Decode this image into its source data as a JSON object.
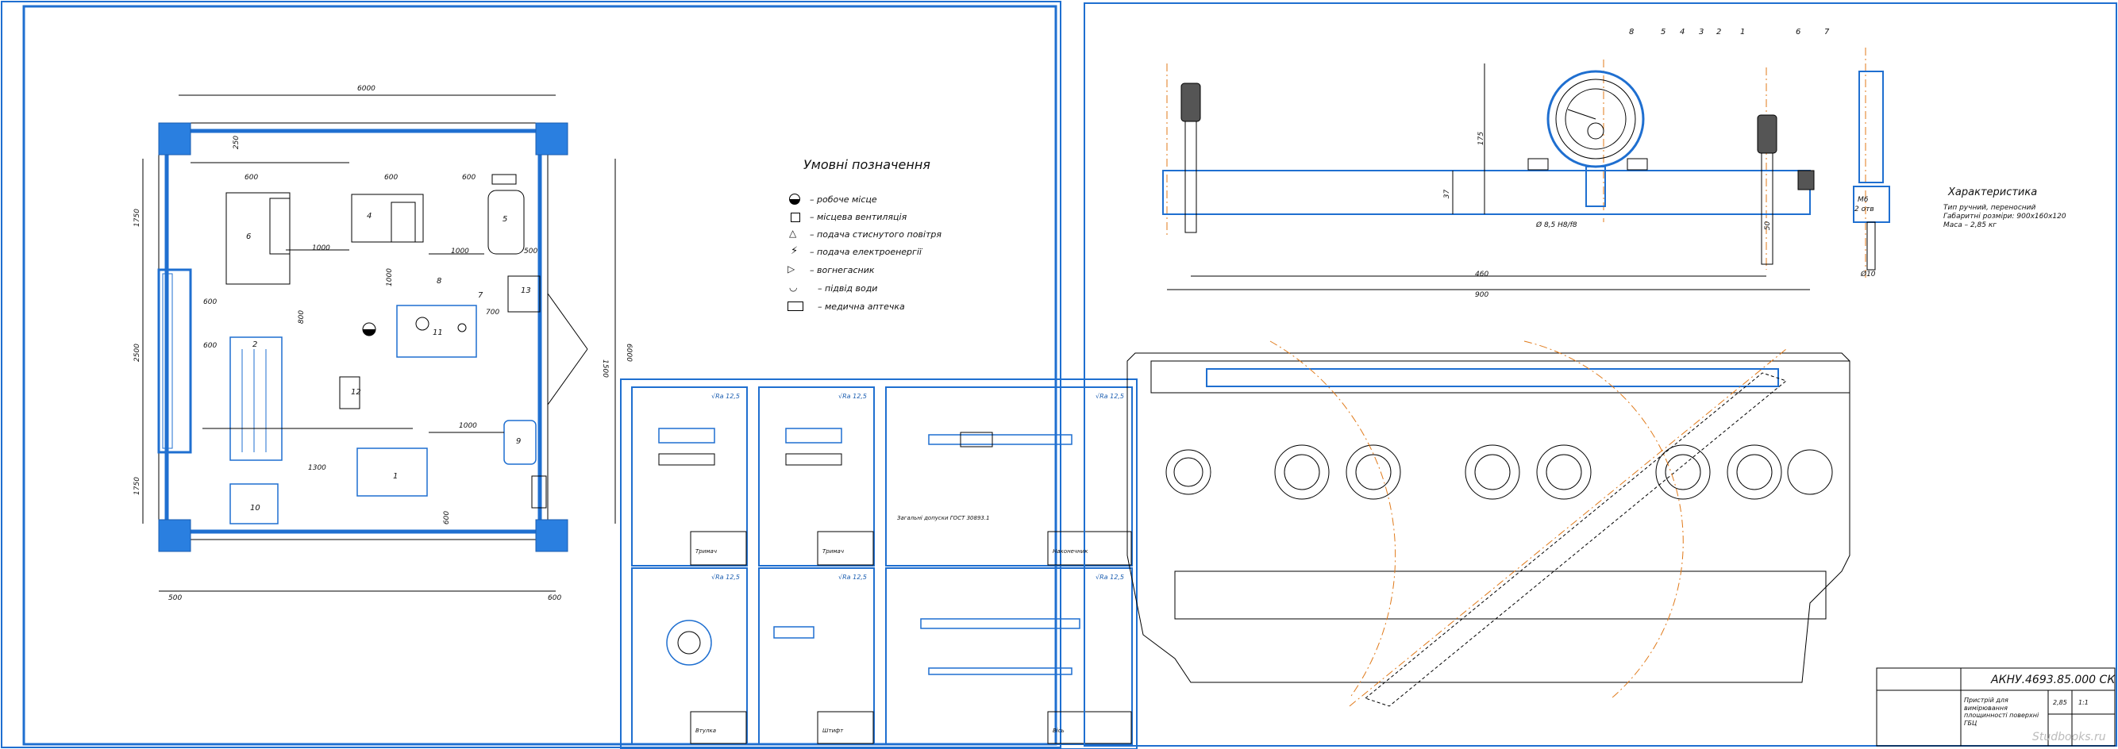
{
  "layout_sheet": {
    "dims": {
      "top": "6000",
      "left_top": "1750",
      "left_mid": "2500",
      "left_bottom": "1750",
      "bottom_left": "500",
      "bottom_right": "600",
      "right_side": "6000",
      "d250": "250",
      "d600a": "600",
      "d600b": "600",
      "d600c": "600",
      "d1000a": "1000",
      "d1000b": "1000",
      "d1000c": "1000",
      "d1000d": "1000",
      "d500": "500",
      "d800": "800",
      "d700": "700",
      "d1500": "1500",
      "d600d": "600",
      "d600e": "600",
      "d1300": "1300",
      "d600f": "600"
    },
    "stations": {
      "s1": "1",
      "s2": "2",
      "s4": "4",
      "s5": "5",
      "s6": "6",
      "s7": "7",
      "s8": "8",
      "s9": "9",
      "s10": "10",
      "s11": "11",
      "s12": "12",
      "s13": "13"
    }
  },
  "legend": {
    "title": "Умовні позначення",
    "items": [
      "– робоче місце",
      "– місцева вентиляція",
      "– подача стиснутого повітря",
      "– подача електроенергії",
      "– вогнегасник",
      "– підвід води",
      "– медична аптечка"
    ]
  },
  "detail_sheets": [
    {
      "title": "Тримач",
      "rough": "√Ra 12,5"
    },
    {
      "title": "Тримач",
      "rough": "√Ra 12,5"
    },
    {
      "title": "Наконечник",
      "rough": "√Ra 12,5",
      "note": "Загальні допуски ГОСТ 30893.1"
    },
    {
      "title": "Втулка",
      "rough": "√Ra 12,5"
    },
    {
      "title": "Штифт",
      "rough": "√Ra 12,5"
    },
    {
      "title": "Вісь",
      "rough": "√Ra 12,5"
    }
  ],
  "assembly": {
    "callouts": [
      "8",
      "5",
      "4",
      "3",
      "2",
      "1",
      "6",
      "7"
    ],
    "dims": {
      "d460": "460",
      "d900": "900",
      "d37": "37",
      "d175": "175",
      "dia": "Ø 8,5 H8/f8",
      "m6": "M6",
      "m6b": "2 отв",
      "d10": "Ø10",
      "d50": "50"
    },
    "char_title": "Характеристика",
    "char_lines": [
      "Тип ручний, переносний",
      "Габаритні розміри: 900х160х120",
      "Маса – 2,85 кг"
    ],
    "title_block": {
      "code": "АКНУ.4693.85.000 СК",
      "name": "Пристрій для вимірювання площинності поверхні ГБЦ",
      "mass": "2,85",
      "scale": "1:1"
    }
  },
  "watermark": "Studbooks.ru"
}
